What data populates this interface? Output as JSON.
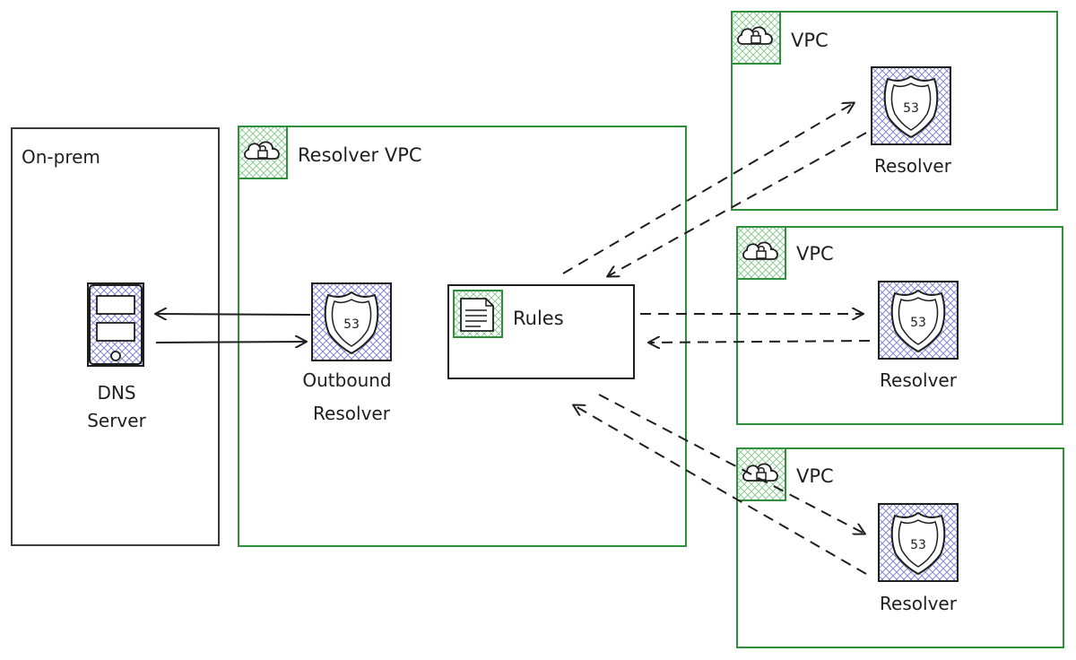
{
  "onprem": {
    "title": "On-prem",
    "server_line1": "DNS",
    "server_line2": "Server"
  },
  "resolver_vpc": {
    "title": "Resolver VPC",
    "outbound_line1": "Outbound",
    "outbound_line2": "Resolver",
    "badge": "53"
  },
  "rules": {
    "title": "Rules"
  },
  "vpcs": [
    {
      "title": "VPC",
      "resolver_label": "Resolver",
      "badge": "53"
    },
    {
      "title": "VPC",
      "resolver_label": "Resolver",
      "badge": "53"
    },
    {
      "title": "VPC",
      "resolver_label": "Resolver",
      "badge": "53"
    }
  ],
  "colors": {
    "vpc_green": "#2f8f3b",
    "route53_purple": "#4b4b9b",
    "stroke": "#1e1e1e"
  }
}
